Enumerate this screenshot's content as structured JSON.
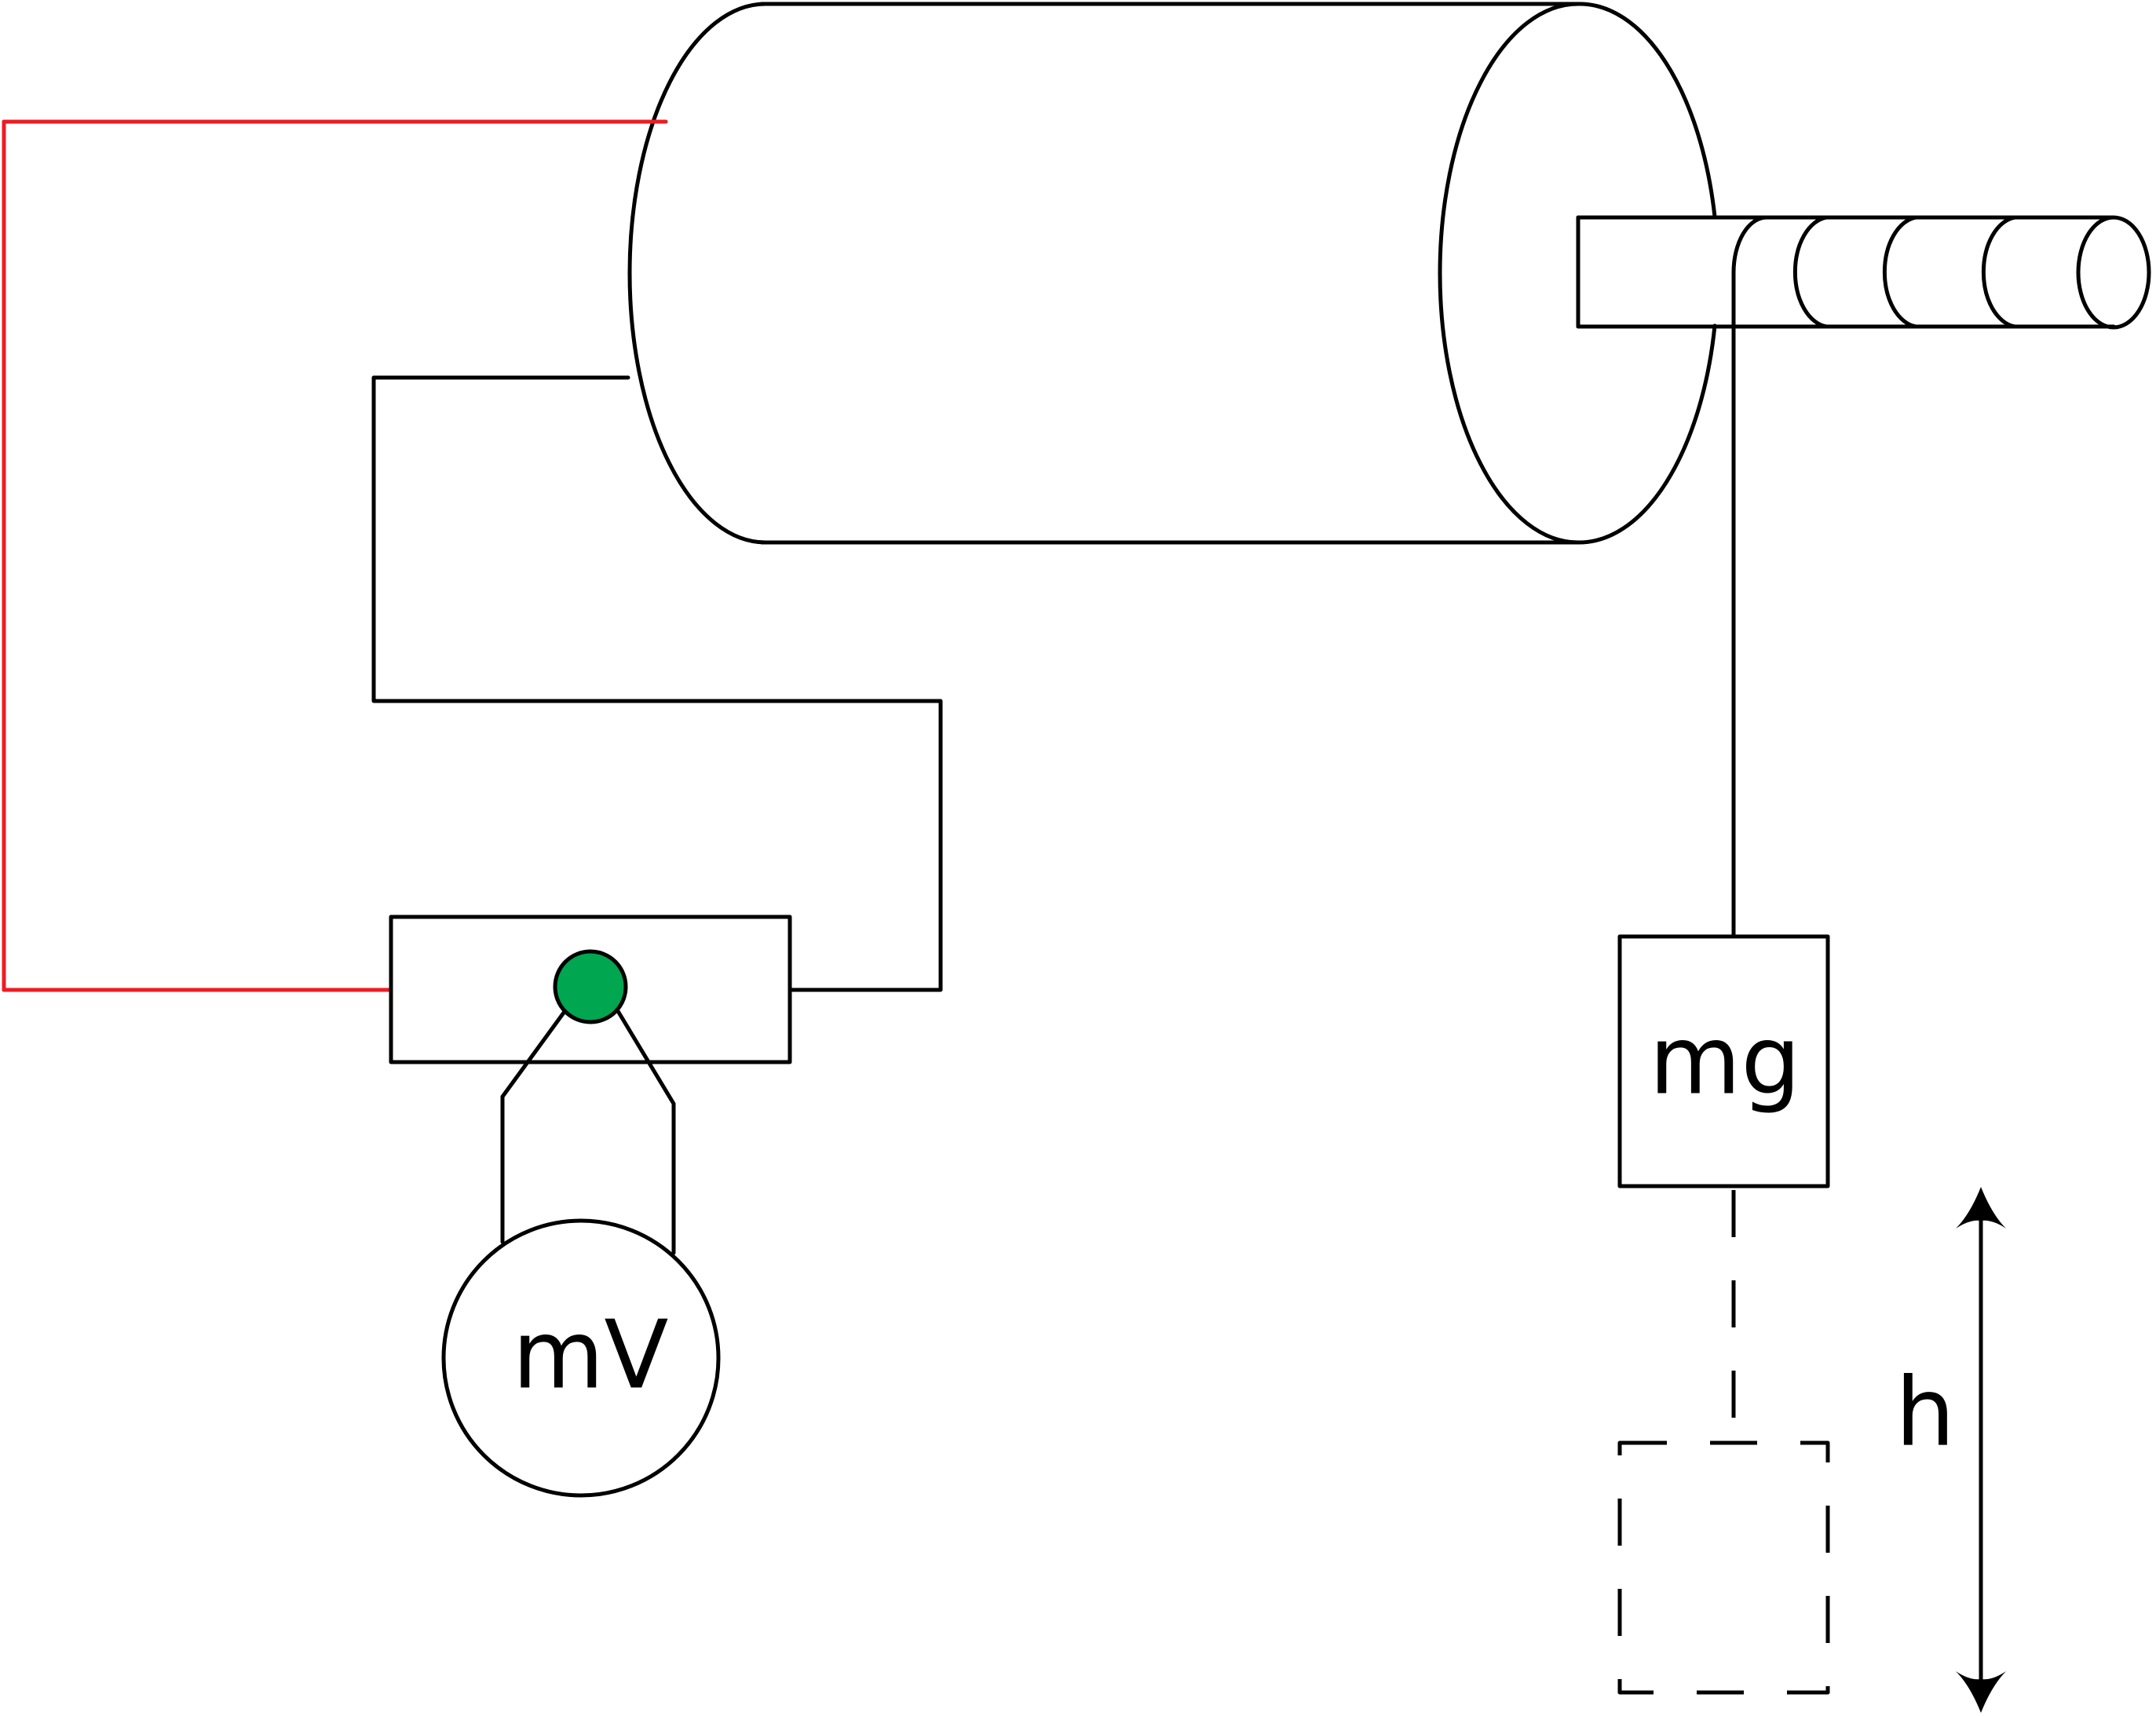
{
  "labels": {
    "voltmeter": "mV",
    "mass": "mg",
    "height": "h"
  },
  "colors": {
    "wire_highlight": "#ed1c24",
    "terminal": "#00a650",
    "line": "#000000",
    "background": "#ffffff"
  },
  "icons": {
    "voltmeter": "voltmeter-icon",
    "height_arrow": "double-arrow-icon"
  }
}
